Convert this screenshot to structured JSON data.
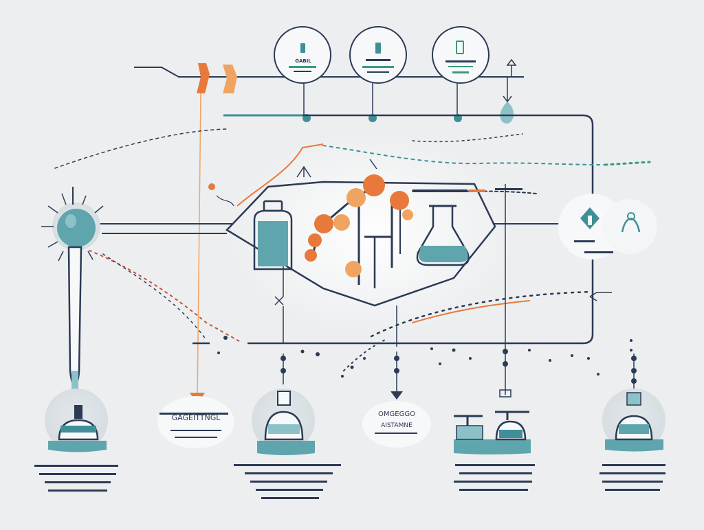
{
  "palette": {
    "background": "#eceeef",
    "navy": "#2b3a55",
    "teal": "#3f8f98",
    "teal_light": "#8cc2c7",
    "orange": "#e8793a",
    "orange_light": "#f0a462",
    "red_dots": "#c9503a",
    "green": "#3a9a7c"
  },
  "top_badges": [
    {
      "line1": "GABIL",
      "line2": ""
    },
    {
      "line1": "",
      "line2": ""
    },
    {
      "line1": "",
      "line2": ""
    }
  ],
  "center_labels": {
    "upper": "",
    "lower": "",
    "right_badge": ""
  },
  "bottom_cards": [
    {
      "title": "",
      "text_lines": [
        "",
        "",
        ""
      ]
    },
    {
      "title": "GAGEITTNGL",
      "text_lines": [
        "",
        "",
        ""
      ]
    },
    {
      "title": "",
      "text_lines": [
        "",
        "",
        ""
      ]
    },
    {
      "title": "OMGEGGO",
      "subtitle": "AISTAMNE",
      "text_lines": [
        "",
        "",
        ""
      ]
    },
    {
      "title": "",
      "text_lines": [
        "",
        "",
        ""
      ]
    },
    {
      "title": "",
      "text_lines": [
        "",
        "",
        ""
      ]
    }
  ],
  "icons": [
    "pipette-icon",
    "flag-icon",
    "reagent-bottle-icon",
    "molecule-icon",
    "erlenmeyer-flask-icon",
    "beaker-icon",
    "scale-icon",
    "crystal-icon"
  ]
}
